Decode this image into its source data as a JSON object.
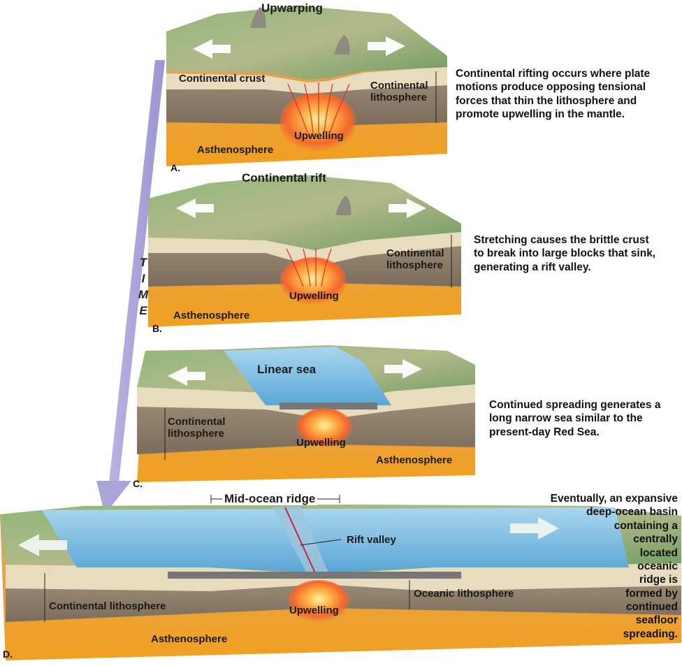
{
  "colors": {
    "land": "#7fa86a",
    "crust": "#e8dcbf",
    "lithosphere": "#8e7f6b",
    "asthenosphere": "#e99a2e",
    "upwelling": "#f3632a",
    "ocean": "#79b9de",
    "time_arrow": "#a9a3d8"
  },
  "panels": [
    {
      "letter": "A.",
      "title": "Upwarping",
      "labels": {
        "crust": "Continental crust",
        "lithosphere": "Continental\nlithosphere",
        "upwelling": "Upwelling",
        "asthenosphere": "Asthenosphere"
      },
      "description": "Continental rifting occurs where plate\nmotions produce opposing tensional\nforces that thin the lithosphere and\npromote upwelling in the mantle."
    },
    {
      "letter": "B.",
      "title": "Continental rift",
      "labels": {
        "lithosphere": "Continental\nlithosphere",
        "upwelling": "Upwelling",
        "asthenosphere": "Asthenosphere"
      },
      "description": "Stretching causes the brittle crust\nto break into large blocks that sink,\ngenerating a rift valley."
    },
    {
      "letter": "C.",
      "title": "Linear sea",
      "labels": {
        "lithosphere": "Continental\nlithosphere",
        "upwelling": "Upwelling",
        "asthenosphere": "Asthenosphere"
      },
      "description": "Continued spreading generates a\nlong narrow sea similar to the\npresent-day Red Sea."
    },
    {
      "letter": "D.",
      "title": "Mid-ocean ridge",
      "labels": {
        "rift_valley": "Rift valley",
        "continental_lithosphere": "Continental lithosphere",
        "oceanic_lithosphere": "Oceanic lithosphere",
        "upwelling": "Upwelling",
        "asthenosphere": "Asthenosphere"
      },
      "description": "Eventually, an expansive\ndeep-ocean basin\ncontaining a\ncentrally\nlocated\noceanic\nridge is\nformed by\ncontinued\nseafloor\nspreading."
    }
  ],
  "time_letters": [
    "T",
    "I",
    "M",
    "E"
  ]
}
